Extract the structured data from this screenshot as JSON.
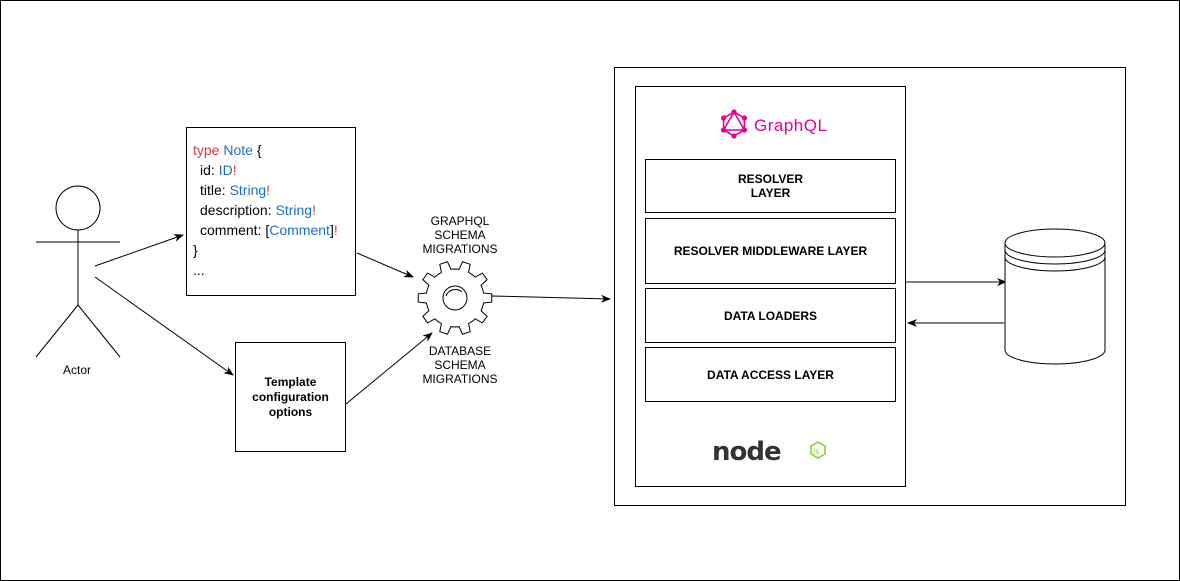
{
  "actor": {
    "label": "Actor"
  },
  "schema_code": {
    "line1": {
      "kw": "type",
      "name": "Note",
      "brace": "{"
    },
    "line2": {
      "field": "id:",
      "type": "ID",
      "bang": "!"
    },
    "line3": {
      "field": "title:",
      "type": "String",
      "bang": "!"
    },
    "line4": {
      "field": "description:",
      "type": "String",
      "bang": "!"
    },
    "line5": {
      "field": "comment:",
      "open": "[",
      "type": "Comment",
      "close": "]",
      "bang": "!"
    },
    "line6": "}",
    "line7": "..."
  },
  "template_box": {
    "line1": "Template",
    "line2": "configuration",
    "line3": "options"
  },
  "graphql_migrations": {
    "line1": "GRAPHQL",
    "line2": "SCHEMA",
    "line3": "MIGRATIONS"
  },
  "database_migrations": {
    "line1": "DATABASE",
    "line2": "SCHEMA",
    "line3": "MIGRATIONS"
  },
  "graphql_logo": {
    "text": "GraphQL",
    "color": "#e10098"
  },
  "layers": {
    "resolver_line1": "RESOLVER",
    "resolver_line2": "LAYER",
    "middleware": "RESOLVER MIDDLEWARE LAYER",
    "data_loaders": "DATA LOADERS",
    "data_access": "DATA ACCESS LAYER"
  },
  "node_logo": {
    "text": "node",
    "badge": "js",
    "dark": "#333333",
    "green": "#83cd29"
  },
  "colors": {
    "keyword": "#d73a49",
    "type": "#1f6fc5"
  }
}
